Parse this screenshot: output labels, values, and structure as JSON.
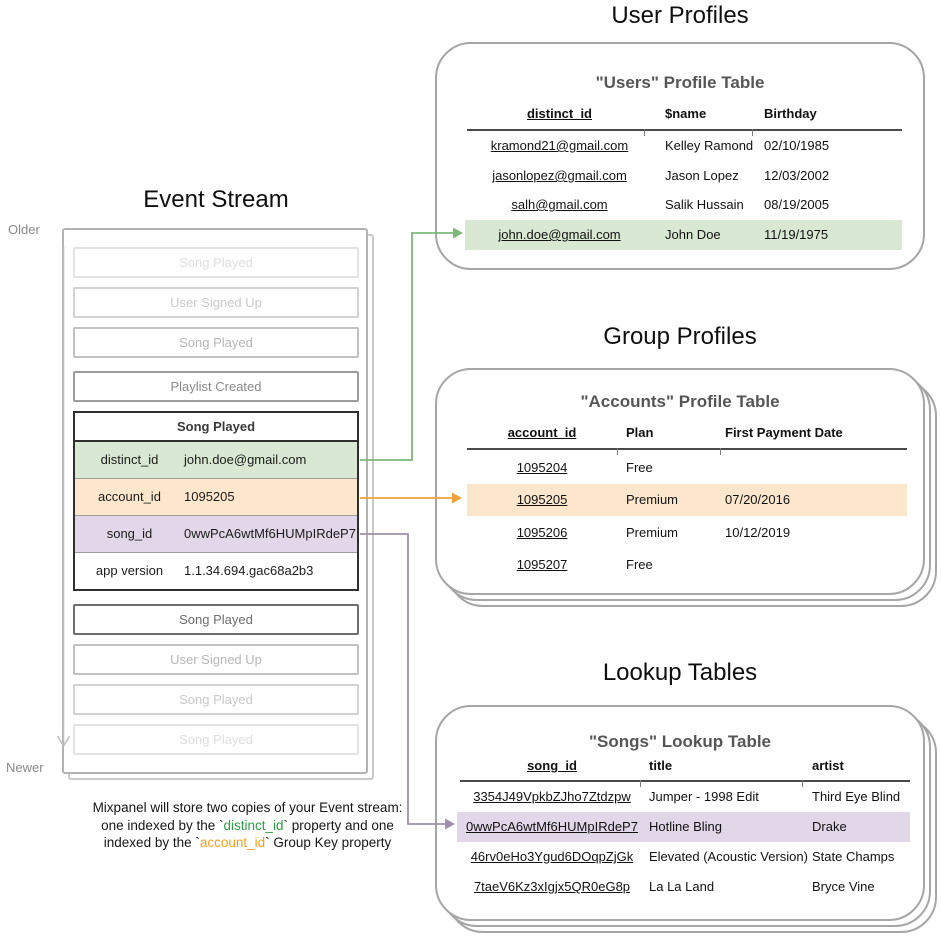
{
  "event_stream": {
    "title": "Event Stream",
    "older_label": "Older",
    "newer_label": "Newer",
    "events_before": [
      {
        "label": "Song Played"
      },
      {
        "label": "User Signed Up"
      },
      {
        "label": "Song Played"
      },
      {
        "label": "Playlist Created"
      }
    ],
    "expanded_event": {
      "title": "Song Played",
      "properties": [
        {
          "key": "distinct_id",
          "value": "john.doe@gmail.com",
          "highlight": "green"
        },
        {
          "key": "account_id",
          "value": "1095205",
          "highlight": "orange"
        },
        {
          "key": "song_id",
          "value": "0wwPcA6wtMf6HUMpIRdeP7",
          "highlight": "purple"
        },
        {
          "key": "app version",
          "value": "1.1.34.694.gac68a2b3",
          "highlight": "none"
        }
      ]
    },
    "events_after": [
      {
        "label": "Song Played"
      },
      {
        "label": "User Signed Up"
      },
      {
        "label": "Song Played"
      },
      {
        "label": "Song Played"
      }
    ],
    "caption": {
      "line1": "Mixpanel will store two copies of your Event stream:",
      "line2a": "one indexed by the `",
      "key1": "distinct_id",
      "line2b": "` property and one",
      "line3a": "indexed by the `",
      "key2": "account_id",
      "line3b": "` Group Key property"
    }
  },
  "user_profiles": {
    "section_title": "User Profiles",
    "table_title": "\"Users\" Profile Table",
    "columns": [
      "distinct_id",
      "$name",
      "Birthday"
    ],
    "rows": [
      {
        "distinct_id": "kramond21@gmail.com",
        "name": "Kelley Ramond",
        "birthday": "02/10/1985"
      },
      {
        "distinct_id": "jasonlopez@gmail.com",
        "name": "Jason Lopez",
        "birthday": "12/03/2002"
      },
      {
        "distinct_id": "salh@gmail.com",
        "name": "Salik Hussain",
        "birthday": "08/19/2005"
      },
      {
        "distinct_id": "john.doe@gmail.com",
        "name": "John Doe",
        "birthday": "11/19/1975"
      }
    ],
    "highlighted_row": "john.doe@gmail.com"
  },
  "group_profiles": {
    "section_title": "Group Profiles",
    "table_title": "\"Accounts\" Profile Table",
    "columns": [
      "account_id",
      "Plan",
      "First Payment Date"
    ],
    "rows": [
      {
        "account_id": "1095204",
        "plan": "Free",
        "first_payment_date": ""
      },
      {
        "account_id": "1095205",
        "plan": "Premium",
        "first_payment_date": "07/20/2016"
      },
      {
        "account_id": "1095206",
        "plan": "Premium",
        "first_payment_date": "10/12/2019"
      },
      {
        "account_id": "1095207",
        "plan": "Free",
        "first_payment_date": ""
      }
    ],
    "highlighted_row": "1095205"
  },
  "lookup_tables": {
    "section_title": "Lookup Tables",
    "table_title": "\"Songs\" Lookup Table",
    "columns": [
      "song_id",
      "title",
      "artist"
    ],
    "rows": [
      {
        "song_id": "3354J49VpkbZJho7Ztdzpw",
        "title": "Jumper - 1998 Edit",
        "artist": "Third Eye Blind"
      },
      {
        "song_id": "0wwPcA6wtMf6HUMpIRdeP7",
        "title": "Hotline Bling",
        "artist": "Drake"
      },
      {
        "song_id": "46rv0eHo3Ygud6DOqpZjGk",
        "title": "Elevated (Acoustic Version)",
        "artist": "State Champs"
      },
      {
        "song_id": "7taeV6Kz3xIgjx5QR0eG8p",
        "title": "La La Land",
        "artist": "Bryce Vine"
      }
    ],
    "highlighted_row": "0wwPcA6wtMf6HUMpIRdeP7"
  },
  "colors": {
    "green_highlight": "#d8e8d2",
    "orange_highlight": "#fce7cd",
    "purple_highlight": "#e2d7e8",
    "green_accent_text": "#2f9e44",
    "orange_accent_text": "#f59f20",
    "green_arrow": "#7fb77a",
    "orange_arrow": "#eda23c",
    "purple_arrow": "#9e90ab",
    "timeline_gray": "#bdbdbd"
  }
}
